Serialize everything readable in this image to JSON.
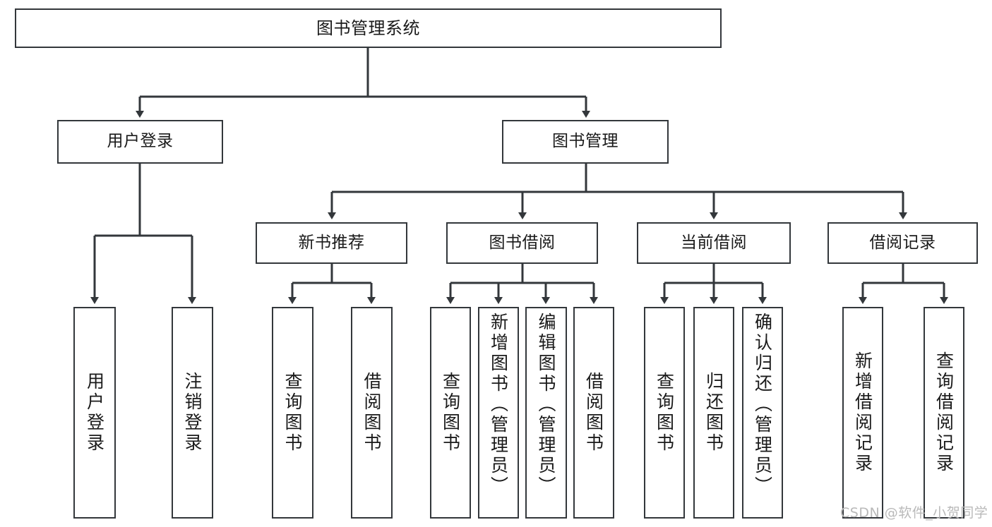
{
  "diagram": {
    "title": "图书管理系统",
    "type": "hierarchy-tree",
    "levels": 4,
    "line_color": "#33373b",
    "box_fill": "#ffffff",
    "text_color": "#1a1a1a"
  },
  "nodes": {
    "root": {
      "label": "图书管理系统"
    },
    "level2": [
      {
        "label": "用户登录"
      },
      {
        "label": "图书管理"
      }
    ],
    "level3": [
      {
        "label": "新书推荐"
      },
      {
        "label": "图书借阅"
      },
      {
        "label": "当前借阅"
      },
      {
        "label": "借阅记录"
      }
    ],
    "leaves": {
      "user_login": [
        {
          "label": "用户登录"
        },
        {
          "label": "注销登录"
        }
      ],
      "new_book": [
        {
          "label": "查询图书"
        },
        {
          "label": "借阅图书"
        }
      ],
      "book_borrow": [
        {
          "label": "查询图书"
        },
        {
          "label": "新增图书（管理员）"
        },
        {
          "label": "编辑图书（管理员）"
        },
        {
          "label": "借阅图书"
        }
      ],
      "current_borrow": [
        {
          "label": "查询图书"
        },
        {
          "label": "归还图书"
        },
        {
          "label": "确认归还（管理员）"
        }
      ],
      "borrow_record": [
        {
          "label": "新增借阅记录"
        },
        {
          "label": "查询借阅记录"
        }
      ]
    }
  },
  "watermark": {
    "text": "CSDN @软件_小贺同学"
  }
}
